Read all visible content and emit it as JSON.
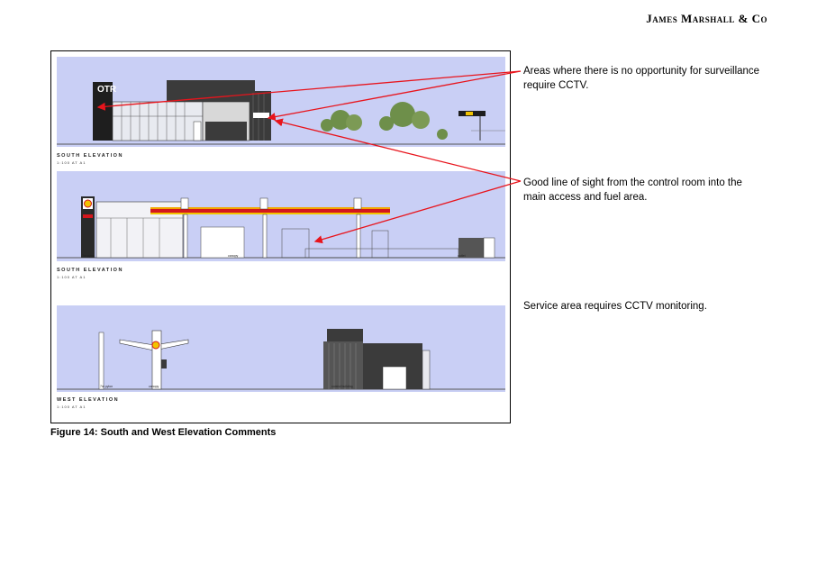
{
  "header": {
    "company": "James Marshall & Co"
  },
  "figure": {
    "caption": "Figure 14:  South and West Elevation Comments",
    "panels": [
      {
        "label": "SOUTH ELEVATION",
        "scale": "1:100 AT A1"
      },
      {
        "label": "SOUTH ELEVATION",
        "scale": "1:100 AT A1"
      },
      {
        "label": "WEST ELEVATION",
        "scale": "1:100 AT A1"
      }
    ],
    "sign_text": "OTR",
    "drawing_labels": {
      "canopy": "canopy",
      "pylon": "7m pylon",
      "control_building": "control building",
      "outlet": "outlet"
    }
  },
  "comments": [
    "Areas where there is no opportunity for surveillance require CCTV.",
    "Good line of sight from the control room into the main access and fuel area.",
    "Service area requires CCTV monitoring."
  ],
  "colors": {
    "arrow": "#e8141c",
    "sky": "#c9cff5",
    "dark_building": "#3b3b3b"
  }
}
